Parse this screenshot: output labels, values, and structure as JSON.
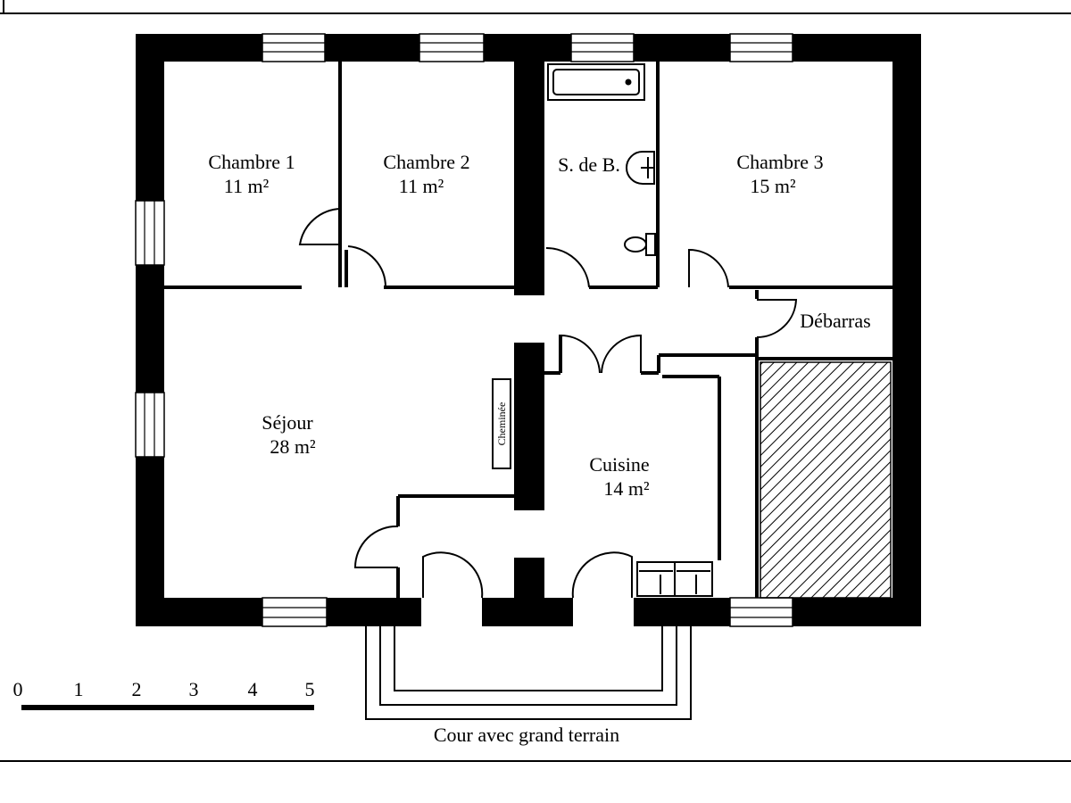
{
  "rooms": {
    "chambre1": {
      "name": "Chambre 1",
      "area": "11 m²"
    },
    "chambre2": {
      "name": "Chambre 2",
      "area": "11 m²"
    },
    "sdb": {
      "name": "S. de B."
    },
    "chambre3": {
      "name": "Chambre 3",
      "area": "15 m²"
    },
    "debarras": {
      "name": "Débarras"
    },
    "sejour": {
      "name": "Séjour",
      "area": "28 m²"
    },
    "cuisine": {
      "name": "Cuisine",
      "area": "14 m²"
    }
  },
  "closet_label": "Cheminée",
  "courtyard_label": "Cour avec grand terrain",
  "scale": {
    "ticks": [
      "0",
      "1",
      "2",
      "3",
      "4",
      "5"
    ]
  },
  "colors": {
    "wall": "#000000",
    "background": "#ffffff",
    "hatch": "#000000"
  }
}
